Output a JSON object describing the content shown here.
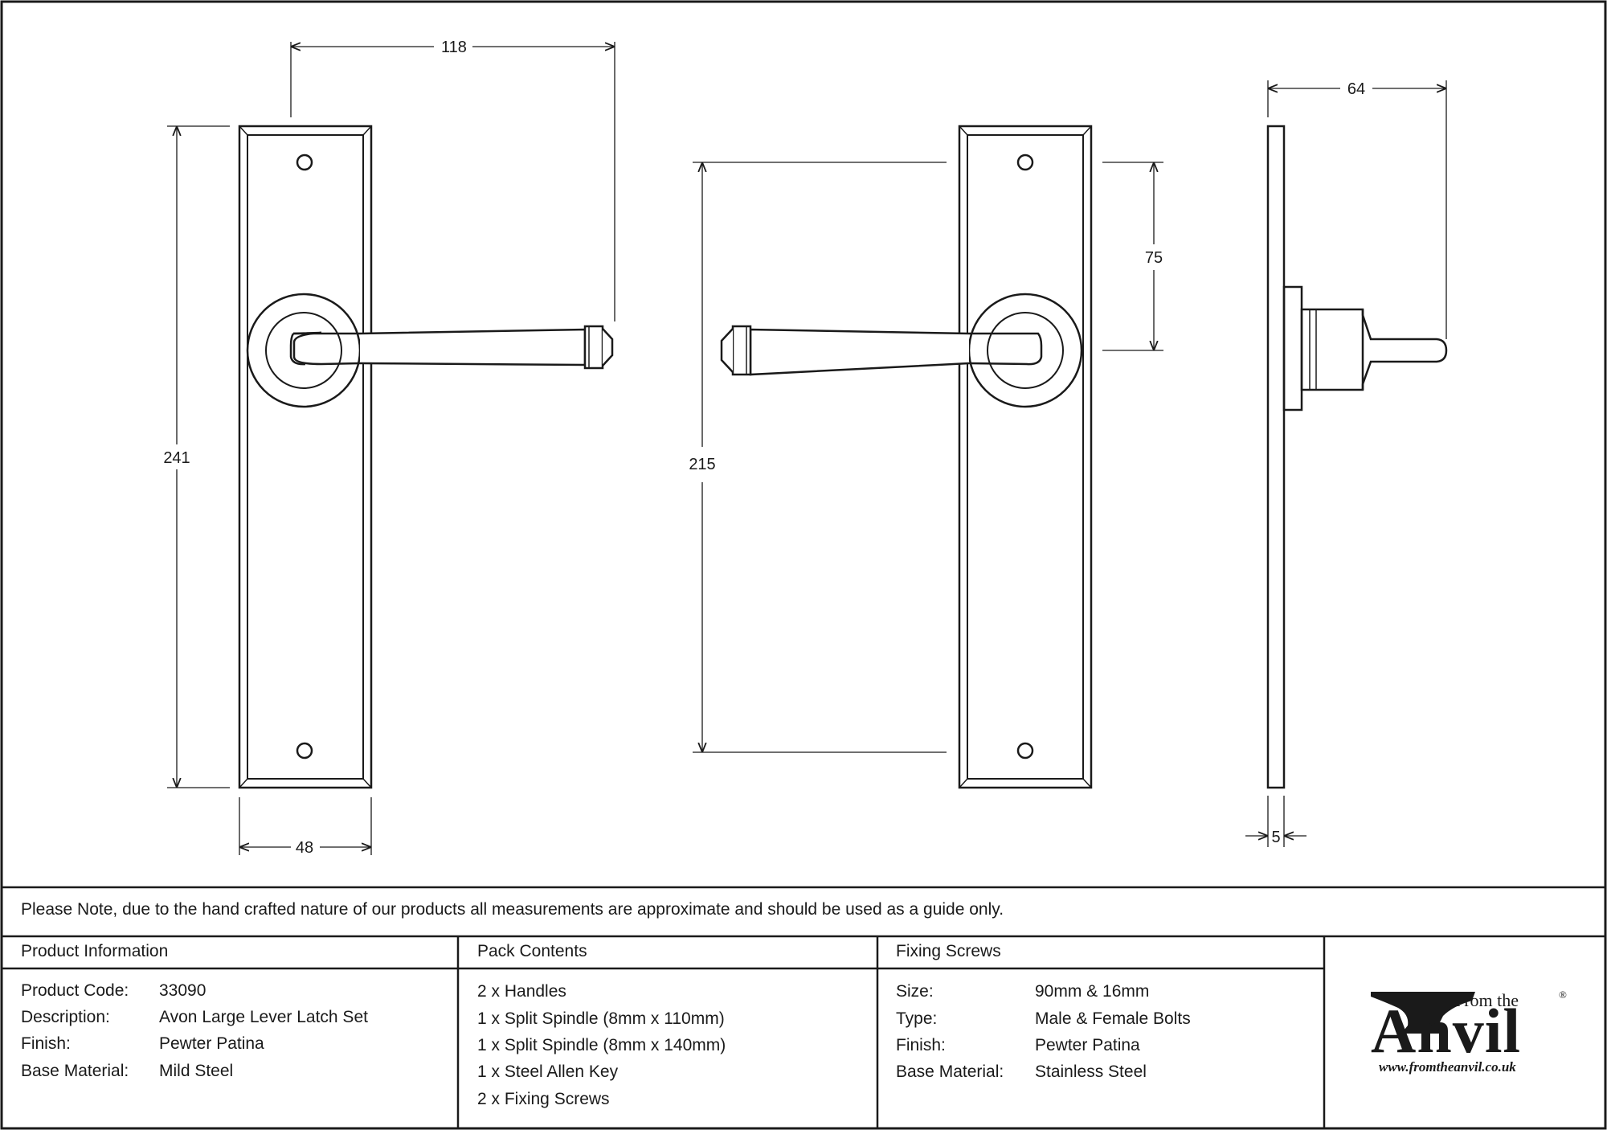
{
  "dimensions": {
    "width_118": "118",
    "height_241": "241",
    "width_48": "48",
    "height_215": "215",
    "height_75": "75",
    "depth_64": "64",
    "thickness_5": "5"
  },
  "note": "Please Note, due to the hand crafted nature of our products all measurements are approximate and should be used as a guide only.",
  "product_info": {
    "header": "Product Information",
    "rows": [
      {
        "label": "Product Code:",
        "value": "33090"
      },
      {
        "label": "Description:",
        "value": "Avon Large Lever Latch Set"
      },
      {
        "label": "Finish:",
        "value": "Pewter Patina"
      },
      {
        "label": "Base Material:",
        "value": "Mild Steel"
      }
    ]
  },
  "pack_contents": {
    "header": "Pack Contents",
    "items": [
      "2 x Handles",
      "1 x Split Spindle (8mm x 110mm)",
      "1 x Split Spindle (8mm x 140mm)",
      "1 x Steel Allen Key",
      "2 x Fixing Screws"
    ]
  },
  "fixing_screws": {
    "header": "Fixing Screws",
    "rows": [
      {
        "label": "Size:",
        "value": "90mm & 16mm"
      },
      {
        "label": "Type:",
        "value": "Male & Female Bolts"
      },
      {
        "label": "Finish:",
        "value": "Pewter Patina"
      },
      {
        "label": "Base Material:",
        "value": "Stainless Steel"
      }
    ]
  },
  "brand": {
    "from_the": "From the",
    "anvil": "Anvil",
    "registered": "®",
    "url": "www.fromtheanvil.co.uk"
  }
}
